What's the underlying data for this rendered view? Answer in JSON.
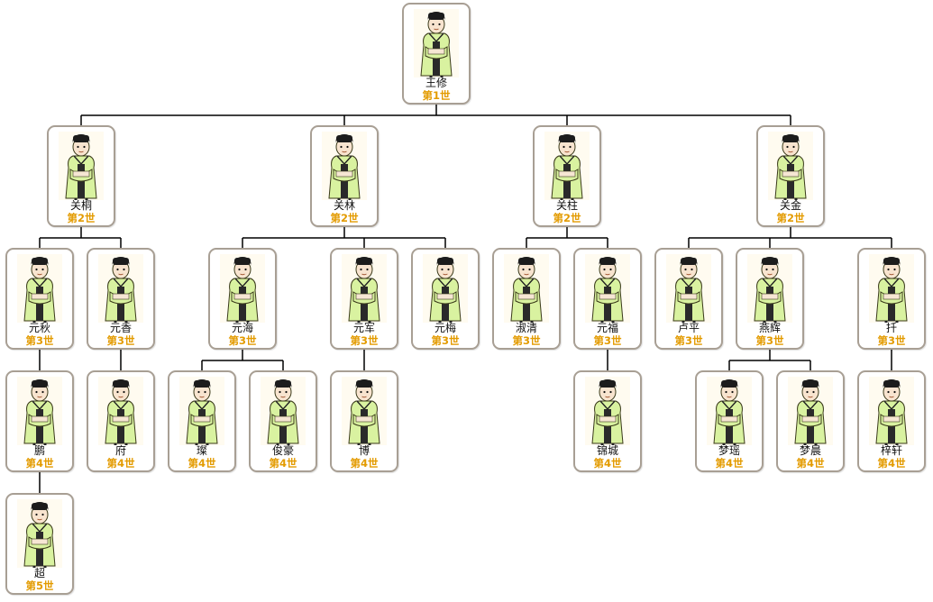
{
  "colors": {
    "border": "#a89f94",
    "generation_text": "#e39b00",
    "robe": "#d9f2a0",
    "connector": "#000000"
  },
  "icon": "person-portrait-icon",
  "members": [
    {
      "name": "王修",
      "gen": "第1世"
    },
    {
      "name": "关桐",
      "gen": "第2世"
    },
    {
      "name": "关林",
      "gen": "第2世"
    },
    {
      "name": "关柱",
      "gen": "第2世"
    },
    {
      "name": "关金",
      "gen": "第2世"
    },
    {
      "name": "元秋",
      "gen": "第3世"
    },
    {
      "name": "元香",
      "gen": "第3世"
    },
    {
      "name": "元海",
      "gen": "第3世"
    },
    {
      "name": "元军",
      "gen": "第3世"
    },
    {
      "name": "元梅",
      "gen": "第3世"
    },
    {
      "name": "淑清",
      "gen": "第3世"
    },
    {
      "name": "元福",
      "gen": "第3世"
    },
    {
      "name": "卢平",
      "gen": "第3世"
    },
    {
      "name": "燕辉",
      "gen": "第3世"
    },
    {
      "name": "扦",
      "gen": "第3世"
    },
    {
      "name": "鹏",
      "gen": "第4世"
    },
    {
      "name": "府",
      "gen": "第4世"
    },
    {
      "name": "璨",
      "gen": "第4世"
    },
    {
      "name": "俊豪",
      "gen": "第4世"
    },
    {
      "name": "博",
      "gen": "第4世"
    },
    {
      "name": "锦城",
      "gen": "第4世"
    },
    {
      "name": "梦瑶",
      "gen": "第4世"
    },
    {
      "name": "梦晨",
      "gen": "第4世"
    },
    {
      "name": "梓轩",
      "gen": "第4世"
    },
    {
      "name": "超",
      "gen": "第5世"
    }
  ]
}
